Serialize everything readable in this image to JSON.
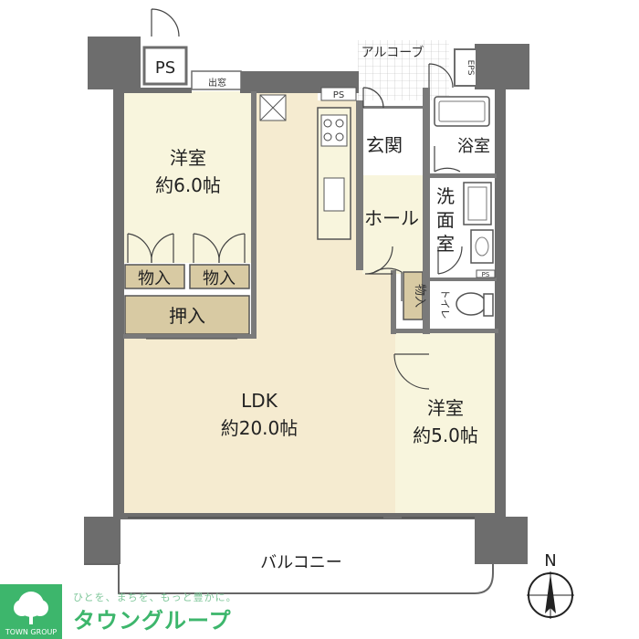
{
  "rooms": {
    "western_6": {
      "name": "洋室",
      "size": "約6.0帖"
    },
    "ldk": {
      "name": "LDK",
      "size": "約20.0帖"
    },
    "western_5": {
      "name": "洋室",
      "size": "約5.0帖"
    },
    "genkan": "玄関",
    "hall": "ホール",
    "bath": "浴室",
    "washroom": [
      "洗",
      "面",
      "室"
    ],
    "toilet": "トイレ",
    "balcony": "バルコニー",
    "alcove": "アルコーブ"
  },
  "storage": {
    "closet_a": "物入",
    "closet_b": "物入",
    "oshiire": "押入",
    "closet_hall": "物入"
  },
  "tags": {
    "ps_top": "PS",
    "ps_kitchen": "PS",
    "ps_wash": "PS",
    "eps": "EPS",
    "demado": "出窓"
  },
  "compass": {
    "label": "N"
  },
  "brand": {
    "tagline": "ひとを、まちを、もっと豊かに。",
    "name": "タウングループ",
    "logo_caption": "TOWN GROUP"
  },
  "colors": {
    "room_fill": "#f8f5dd",
    "ldk_fill": "#f5ebd0",
    "storage_fill": "#d8caa3",
    "wall": "#6d6d6d",
    "brand_green": "#3db66c"
  }
}
